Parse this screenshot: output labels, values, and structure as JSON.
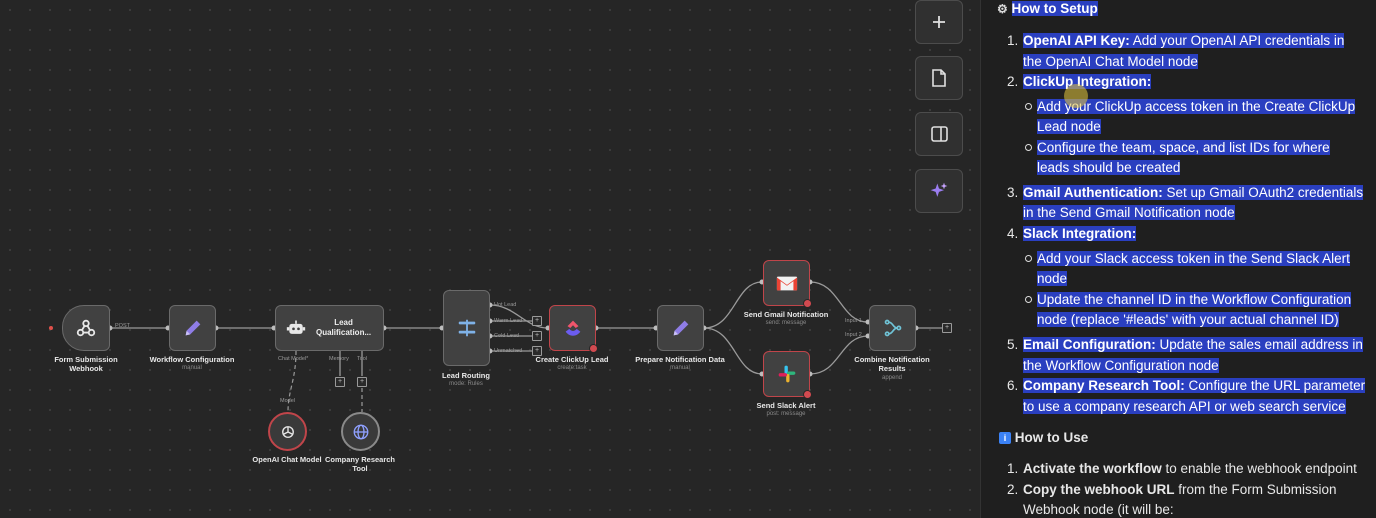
{
  "canvas": {
    "nodes": {
      "webhook": {
        "label1": "Form Submission",
        "label2": "Webhook",
        "out": "POST"
      },
      "config": {
        "label": "Workflow Configuration",
        "sub": "manual"
      },
      "agent": {
        "title1": "Lead",
        "title2": "Qualification...",
        "chat_model": "Chat Model*",
        "memory": "Memory",
        "tool": "Tool"
      },
      "router": {
        "label": "Lead Routing",
        "sub": "mode: Rules",
        "outputs": [
          "Hot Lead",
          "Warm Lead",
          "Cold Lead",
          "Unmatched"
        ]
      },
      "clickup": {
        "label": "Create ClickUp Lead",
        "sub": "create:task"
      },
      "prepare": {
        "label": "Prepare Notification Data",
        "sub": "manual"
      },
      "gmail": {
        "label": "Send Gmail Notification",
        "sub": "send: message"
      },
      "slack": {
        "label": "Send Slack Alert",
        "sub": "post: message"
      },
      "combine": {
        "label1": "Combine Notification",
        "label2": "Results",
        "sub": "append",
        "in1": "Input 1",
        "in2": "Input 2"
      },
      "openai": {
        "label": "OpenAI Chat Model",
        "conn": "Model"
      },
      "research": {
        "label1": "Company Research",
        "label2": "Tool"
      }
    },
    "toolbar": [
      "plus-icon",
      "sticky-note-icon",
      "panel-toggle-icon",
      "ai-sparkle-icon"
    ]
  },
  "panel": {
    "setup_heading": "How to Setup",
    "setup": {
      "i1_num": "1.",
      "i1_bold": "OpenAI API Key:",
      "i1_text": " Add your OpenAI API credentials in",
      "i1_cont": "the OpenAI Chat Model node",
      "i2_num": "2.",
      "i2_bold": "ClickUp Integration:",
      "i2_b1": "Add your ClickUp access token in the Create ClickUp",
      "i2_b1c": "Lead node",
      "i2_b2": "Configure the team, space, and list IDs for where",
      "i2_b2c": "leads should be created",
      "i3_num": "3.",
      "i3_bold": "Gmail Authentication:",
      "i3_text": " Set up Gmail OAuth2 credentials",
      "i3_cont": "in the Send Gmail Notification node",
      "i4_num": "4.",
      "i4_bold": "Slack Integration:",
      "i4_b1": "Add your Slack access token in the Send Slack Alert",
      "i4_b1c": "node",
      "i4_b2": "Update the channel ID in the Workflow Configuration",
      "i4_b2c": "node (replace '#leads' with your actual channel ID)",
      "i5_num": "5.",
      "i5_bold": "Email Configuration:",
      "i5_text": " Update the sales email address in",
      "i5_cont": "the Workflow Configuration node",
      "i6_num": "6.",
      "i6_bold": "Company Research Tool:",
      "i6_text": " Configure the URL parameter",
      "i6_cont": "to use a company research API or web search service"
    },
    "use_heading": "How to Use",
    "use": {
      "u1_num": "1.",
      "u1_bold": "Activate the workflow",
      "u1_text": " to enable the webhook endpoint",
      "u2_num": "2.",
      "u2_bold": "Copy the webhook URL",
      "u2_text": " from the Form Submission",
      "u2_cont": "Webhook node (it will be:"
    }
  }
}
